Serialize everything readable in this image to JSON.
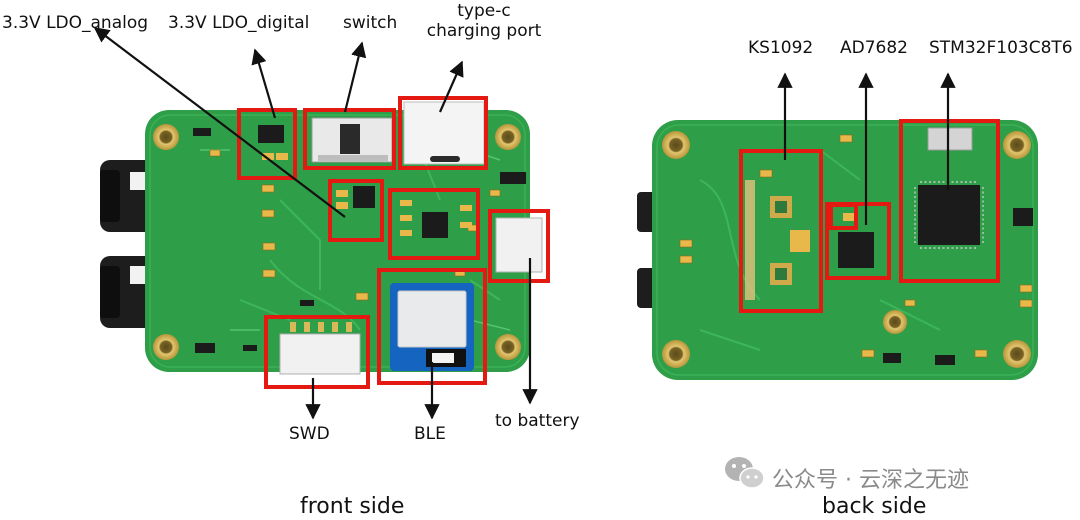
{
  "front": {
    "caption": "front side",
    "labels": {
      "ldo_analog": "3.3V LDO_analog",
      "ldo_digital": "3.3V LDO_digital",
      "switch": "switch",
      "typec_line1": "type-c",
      "typec_line2": "charging port",
      "swd": "SWD",
      "ble": "BLE",
      "battery": "to battery"
    }
  },
  "back": {
    "caption": "back side",
    "labels": {
      "ks1092": "KS1092",
      "ad7682": "AD7682",
      "stm32": "STM32F103C8T6"
    }
  },
  "watermark": {
    "text": "公众号 · 云深之无迹",
    "icon": "wechat-icon"
  },
  "colors": {
    "pcb": "#2f9e48",
    "pcb_dark": "#23803a",
    "highlight": "#e41a12",
    "gold": "#c9a94a",
    "ble_blue": "#1565c0"
  }
}
